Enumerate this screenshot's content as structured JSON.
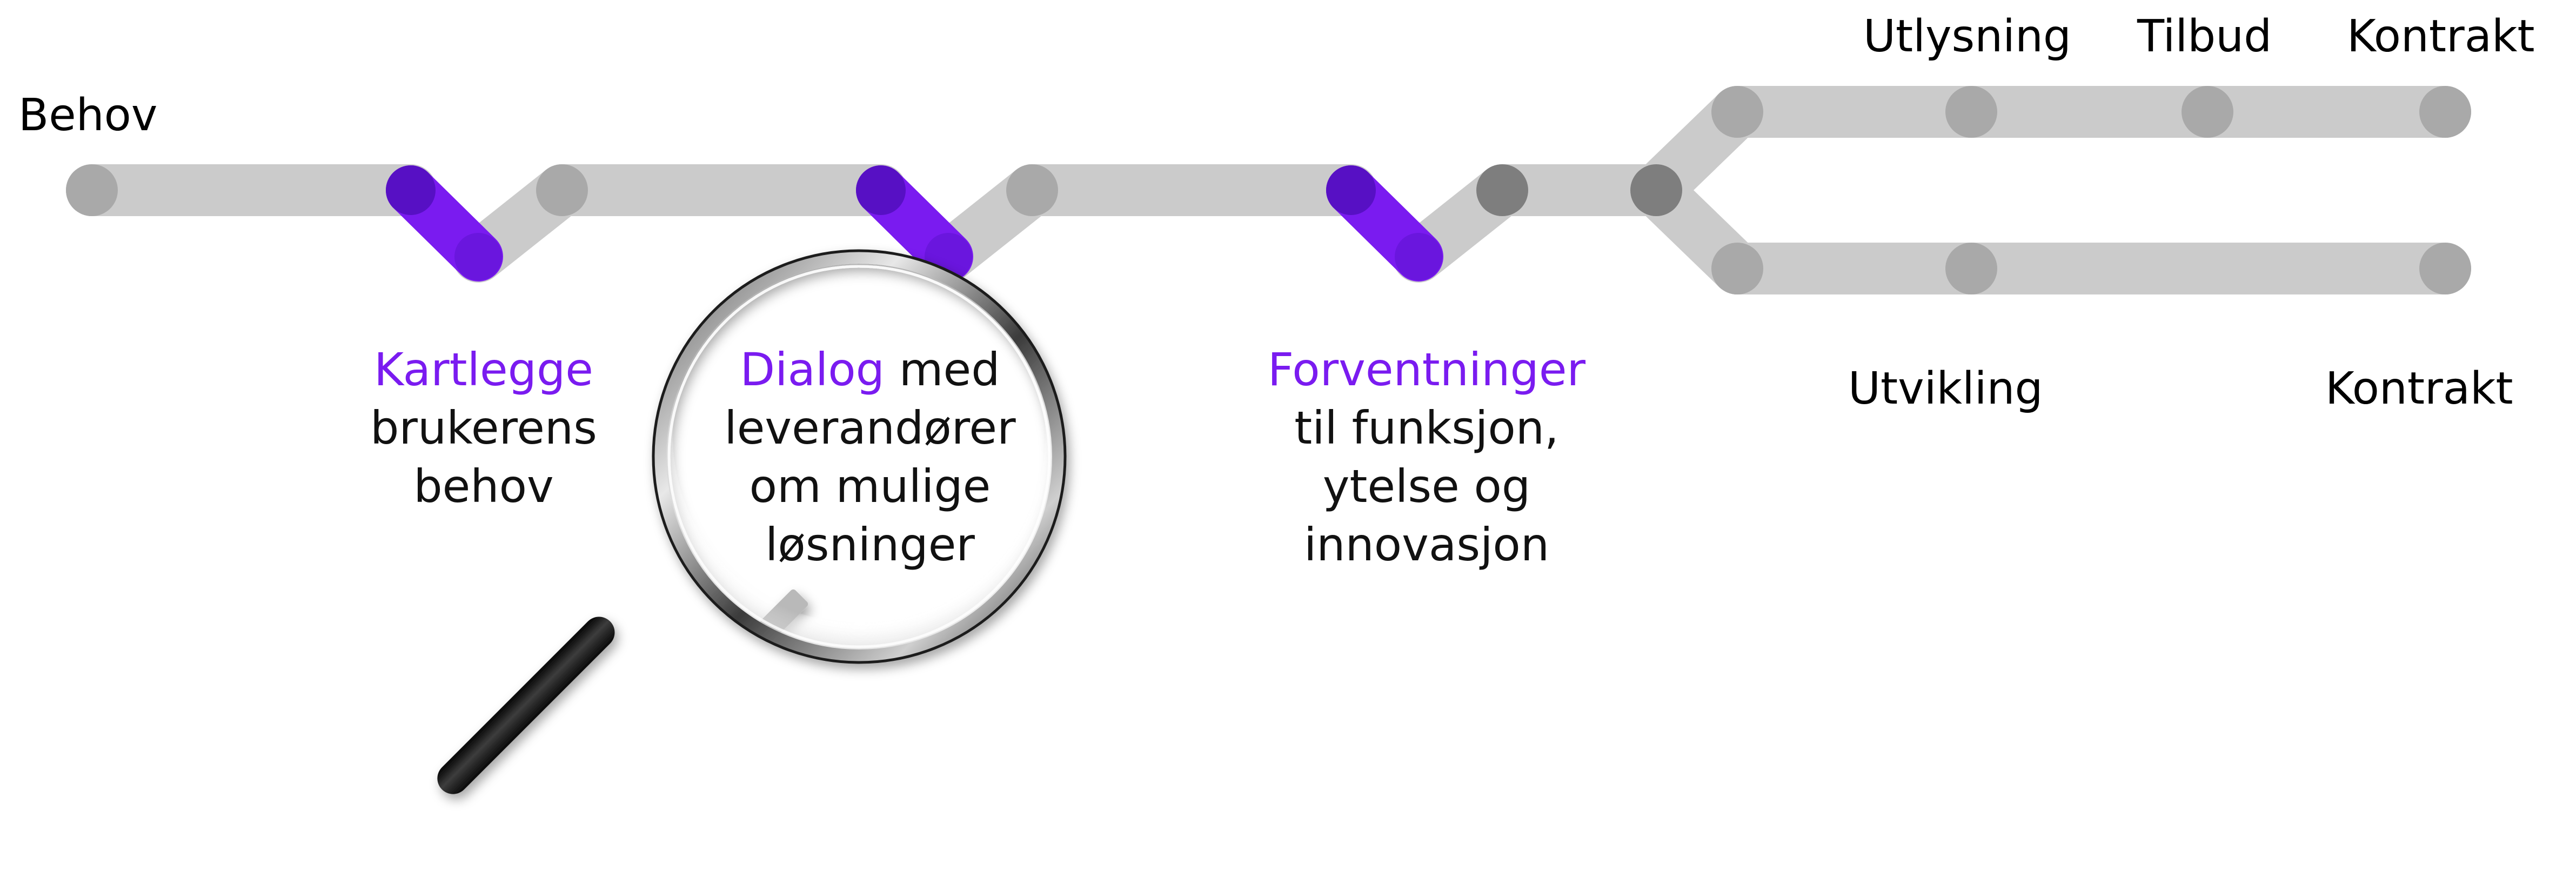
{
  "colors": {
    "track": "#cbcbcb",
    "node": "#a9a9a9",
    "node_dark": "#7e7e7e",
    "accent": "#7a1bf0",
    "accent_dark": "#4e0cb3",
    "text": "#111111"
  },
  "labels": {
    "behov": "Behov",
    "utlysning": "Utlysning",
    "tilbud": "Tilbud",
    "kontrakt_top": "Kontrakt",
    "utvikling": "Utvikling",
    "kontrakt_bottom": "Kontrakt"
  },
  "steps": [
    {
      "highlight": "Kartlegge",
      "line1": "",
      "line2": "brukerens",
      "line3": "behov",
      "line4": ""
    },
    {
      "highlight": "Dialog",
      "line1": " med",
      "line2": "leverandører",
      "line3": "om mulige",
      "line4": "løsninger"
    },
    {
      "highlight": "Forventninger",
      "line1": "",
      "line2": "til funksjon,",
      "line3": "ytelse og",
      "line4": "innovasjon"
    }
  ],
  "icons": {
    "magnifier": "magnifying-glass-icon"
  }
}
